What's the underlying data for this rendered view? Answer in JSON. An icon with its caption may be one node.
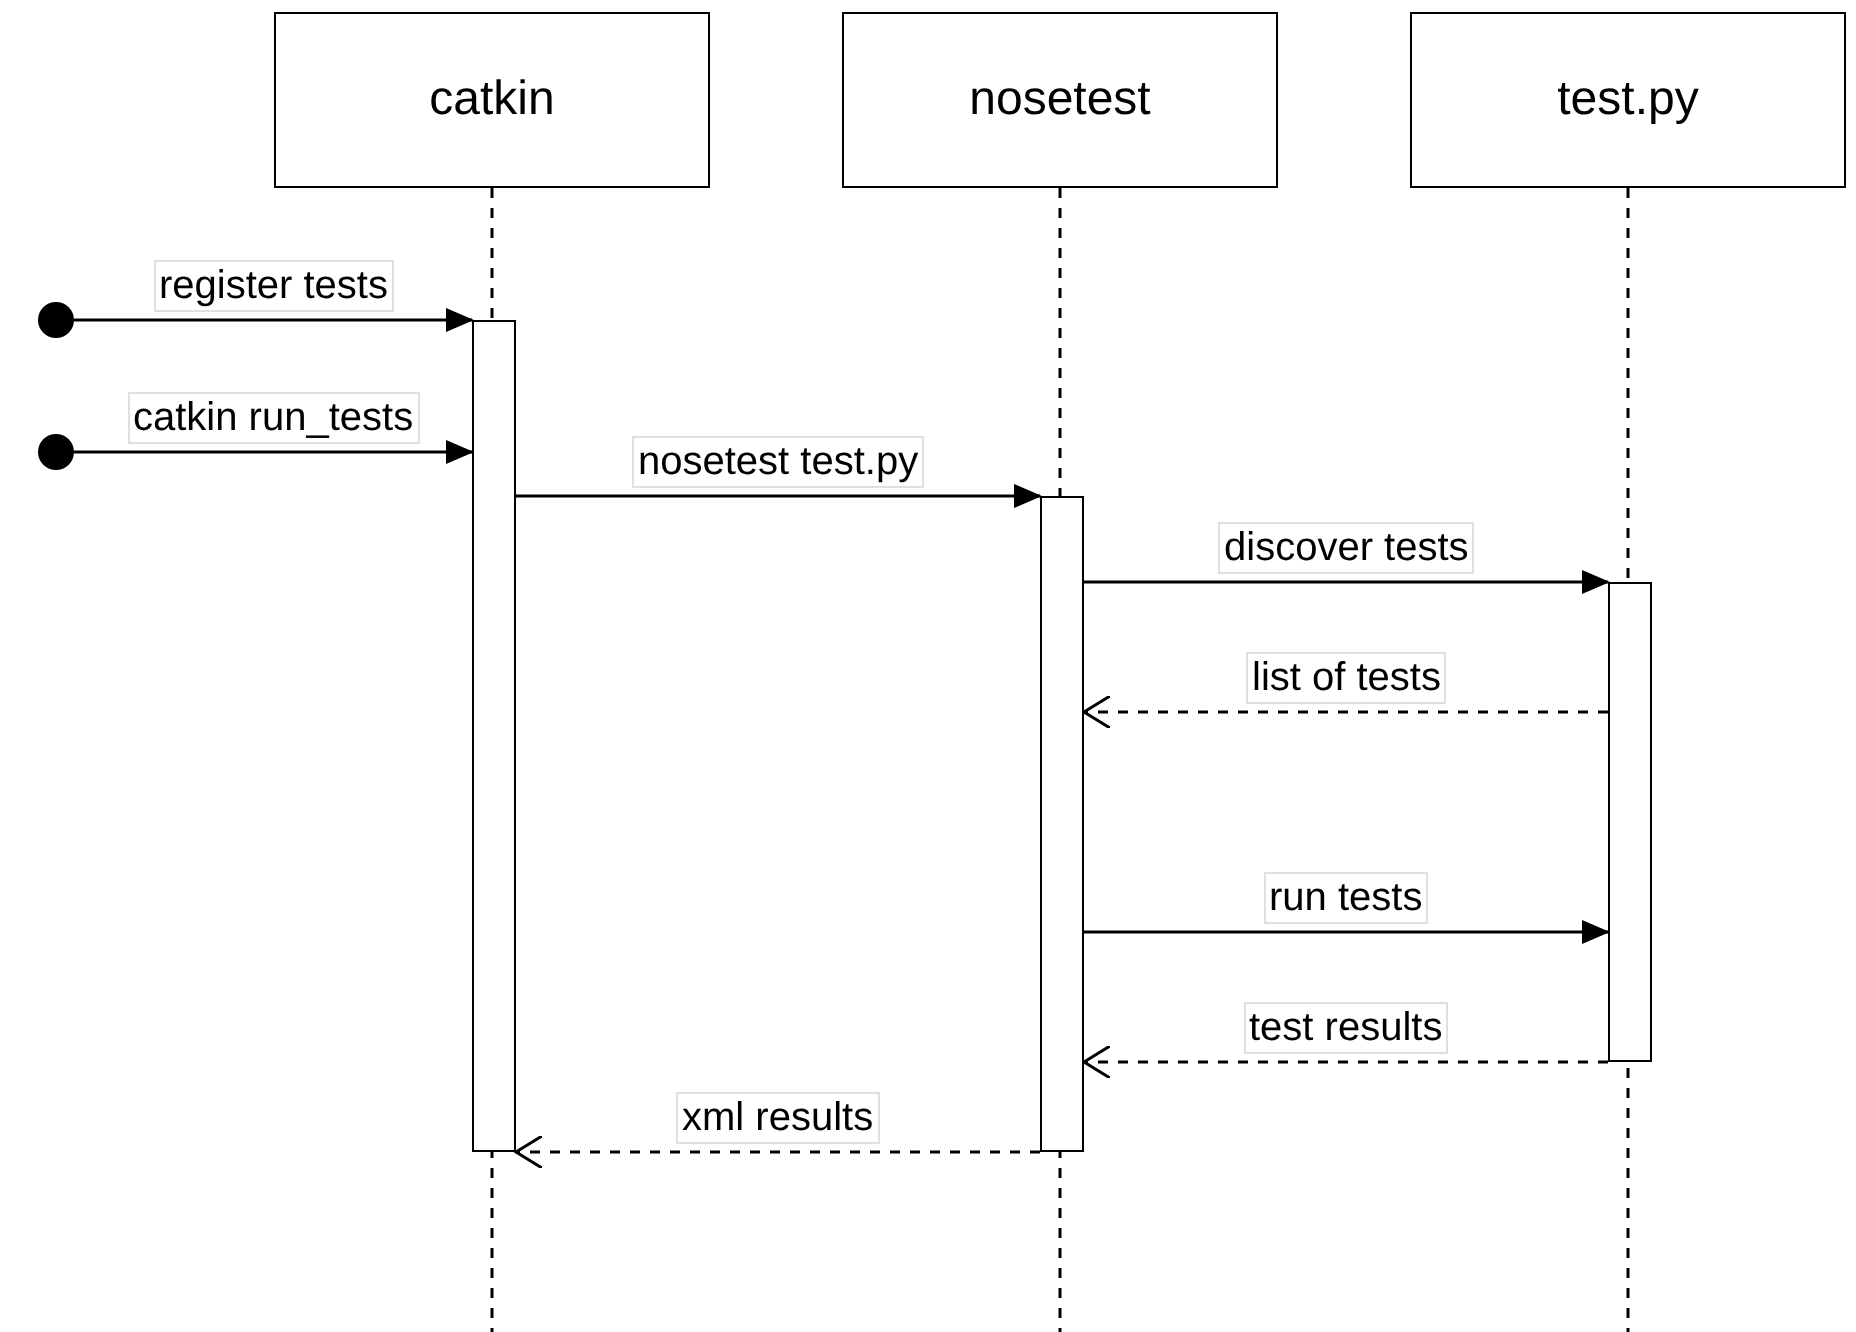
{
  "diagram": {
    "nodes": [
      {
        "text": [
          "catkin"
        ]
      },
      {
        "text": [
          "nosetest"
        ]
      },
      {
        "text": [
          "test.py"
        ]
      },
      {
        "text": [],
        "shape": "circle"
      },
      {
        "text": [],
        "shape": "circle"
      },
      {
        "text": [],
        "shape": "bar"
      },
      {
        "text": [],
        "shape": "bar"
      },
      {
        "text": [],
        "shape": "bar"
      }
    ],
    "edges": [
      {
        "from": 3,
        "to": 5,
        "arrow": "to",
        "label": "register tests"
      },
      {
        "from": 4,
        "to": 5,
        "arrow": "to",
        "label": "catkin run_tests"
      },
      {
        "from": 5,
        "to": 6,
        "arrow": "to",
        "label": "nosetest test.py"
      },
      {
        "from": 6,
        "to": 7,
        "arrow": "to",
        "label": "discover tests"
      },
      {
        "from": 7,
        "to": 6,
        "arrow": "to",
        "label": "list of tests",
        "style": "dashed"
      },
      {
        "from": 6,
        "to": 7,
        "arrow": "to",
        "label": "run tests"
      },
      {
        "from": 7,
        "to": 6,
        "arrow": "to",
        "label": "test results",
        "style": "dashed"
      },
      {
        "from": 6,
        "to": 5,
        "arrow": "to",
        "label": "xml results",
        "style": "dashed"
      }
    ]
  }
}
